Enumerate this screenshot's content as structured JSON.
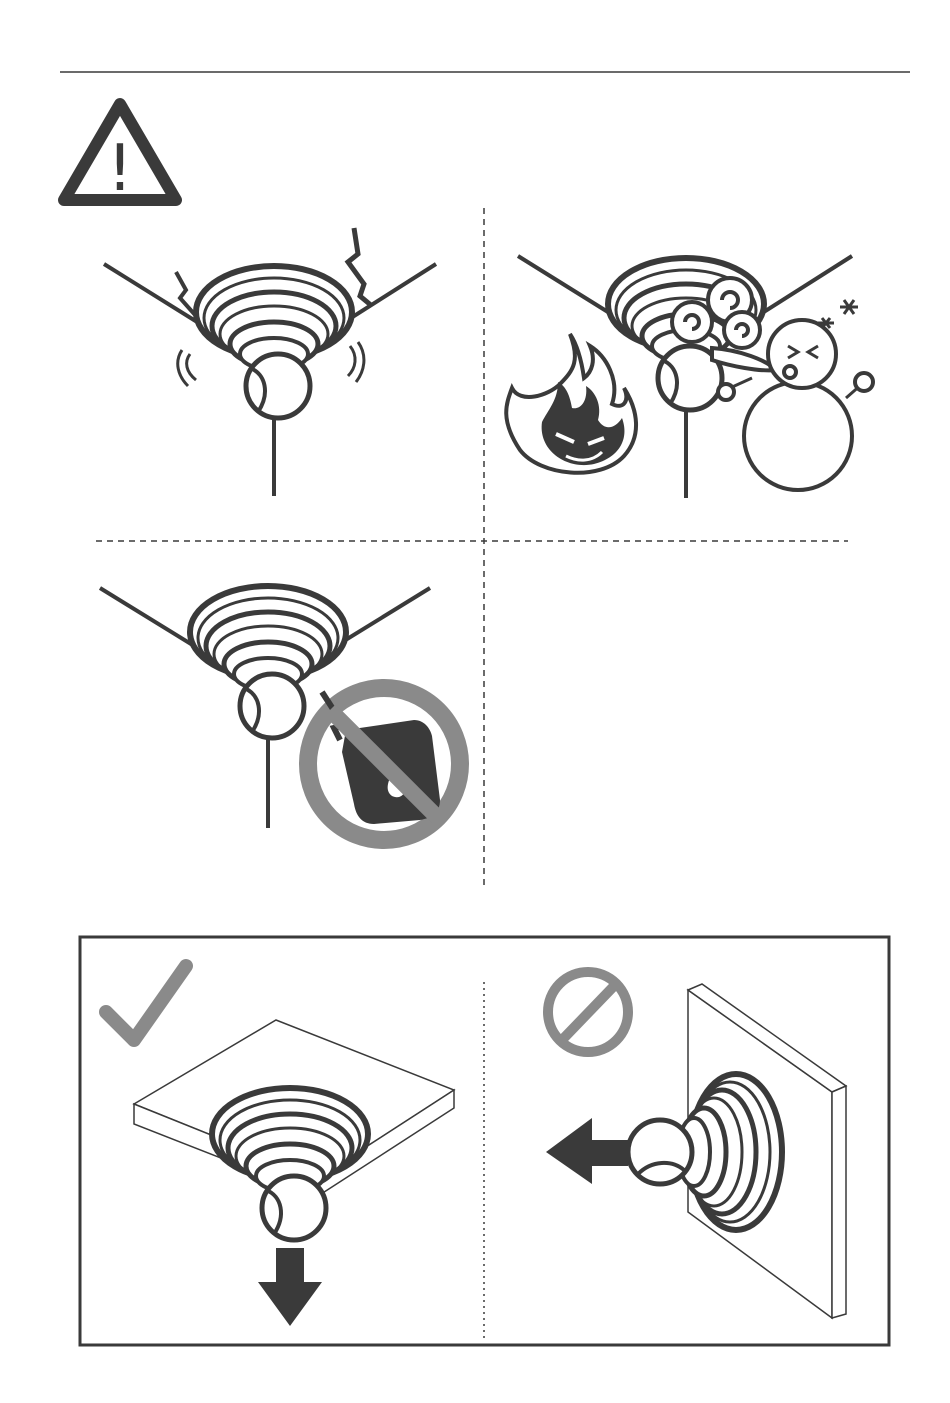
{
  "page": {
    "background": "#ffffff",
    "line_color": "#3a3a3a",
    "dark_fill": "#3a3a3a",
    "gray_fill": "#8a8a8a",
    "warning_symbol": "!"
  },
  "icons": {
    "warning": "warning-triangle-icon",
    "ok": "checkmark-icon",
    "forbidden": "prohibited-icon",
    "no_oil": "no-oil-icon"
  },
  "panels": [
    {
      "id": "vibration-ceiling-cracks",
      "icon": "camera-vibration-icon"
    },
    {
      "id": "heat-fire-cold-wind",
      "icon": "fire-and-snowman-icon"
    },
    {
      "id": "no-oil-solvents",
      "icon": "no-oil-icon"
    },
    {
      "id": "ceiling-mount-ok",
      "icon": "checkmark-icon"
    },
    {
      "id": "wall-mount-forbidden",
      "icon": "prohibited-icon"
    }
  ]
}
